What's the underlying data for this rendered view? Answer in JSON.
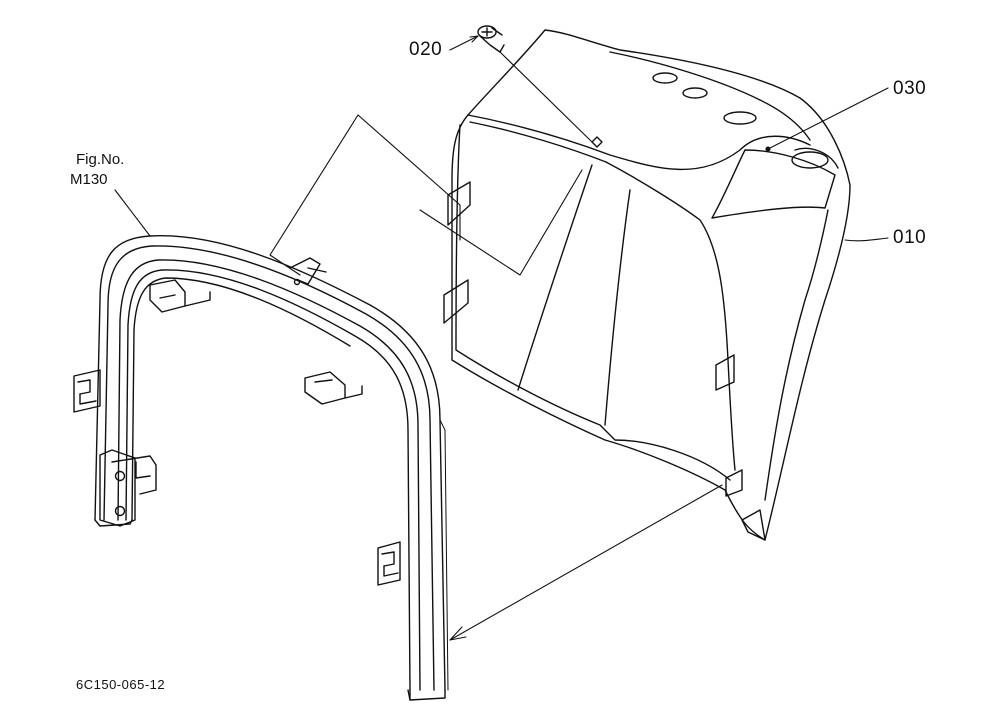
{
  "diagram": {
    "callouts": [
      {
        "id": "020",
        "label": "020"
      },
      {
        "id": "030",
        "label": "030"
      },
      {
        "id": "010",
        "label": "010"
      }
    ],
    "reference": {
      "line1": "Fig.No.",
      "line2": "M130"
    },
    "drawing_code": "6C150-065-12",
    "colors": {
      "line": "#111111",
      "background": "#ffffff"
    }
  }
}
